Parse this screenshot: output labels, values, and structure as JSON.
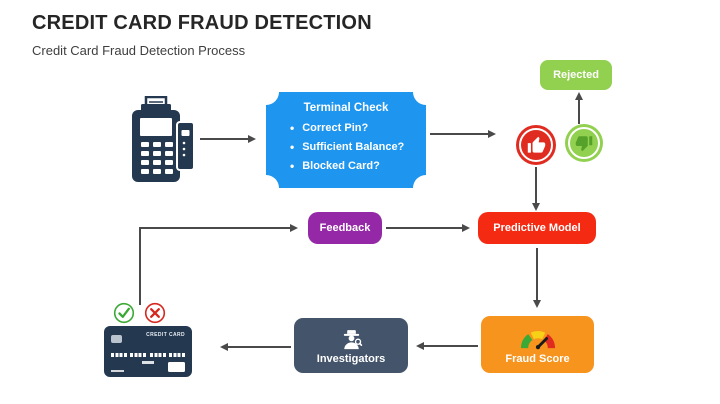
{
  "header": {
    "title": "CREDIT CARD FRAUD DETECTION",
    "subtitle": "Credit Card Fraud Detection Process"
  },
  "flow": {
    "terminal_check": {
      "title": "Terminal Check",
      "items": [
        "Correct Pin?",
        "Sufficient Balance?",
        "Blocked Card?"
      ]
    },
    "rejected_label": "Rejected",
    "feedback_label": "Feedback",
    "predictive_model_label": "Predictive Model",
    "fraud_score_label": "Fraud Score",
    "investigators_label": "Investigators",
    "credit_card_brand": "CREDIT CARD"
  },
  "icons": {
    "pos_terminal": "pos-terminal-icon",
    "thumb_up": "thumb-up-icon",
    "thumb_down": "thumb-down-icon",
    "gauge": "gauge-icon",
    "detective": "detective-icon",
    "approved_check": "check-circle-icon",
    "declined_cross": "cross-circle-icon",
    "credit_card": "credit-card-icon"
  },
  "colors": {
    "title_text": "#262626",
    "subtitle_text": "#3f3f3f",
    "terminal_check_bg": "#1e95ee",
    "rejected_bg": "#92d050",
    "feedback_bg": "#9428a6",
    "predictive_model_bg": "#f42a12",
    "fraud_score_bg": "#f7941e",
    "investigators_bg": "#44546a",
    "thumb_up_bg": "#e02b20",
    "thumb_down_bg": "#92d050",
    "icon_navy": "#243850",
    "arrow": "#4a4a4a",
    "gauge_green": "#3ba935",
    "gauge_yellow": "#f7d117",
    "gauge_red": "#e02b20",
    "check_green": "#3ba935",
    "cross_red": "#d6281e"
  }
}
